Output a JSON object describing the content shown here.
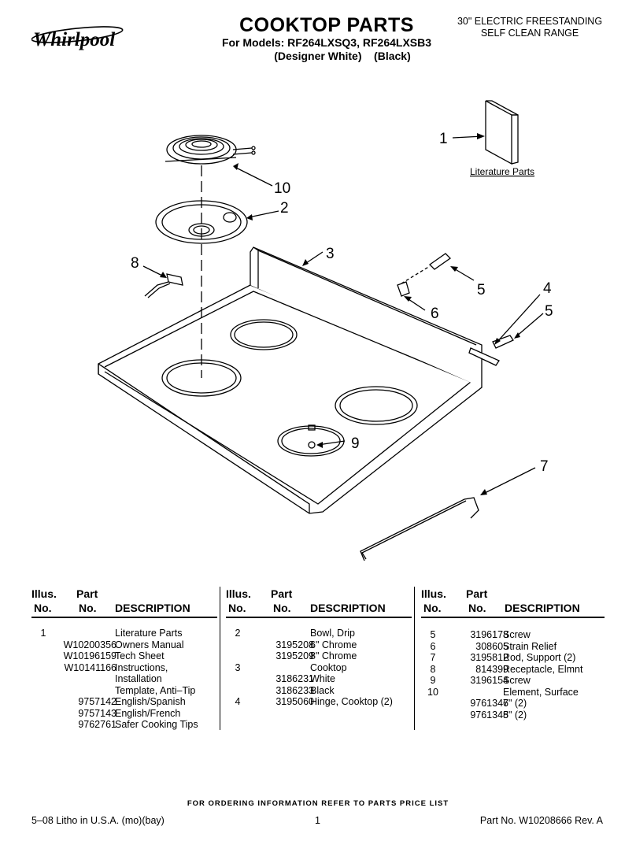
{
  "header": {
    "brand": "Whirlpool",
    "title": "COOKTOP PARTS",
    "models_line": "For Models: RF264LXSQ3, RF264LXSB3",
    "colors_line": "(Designer White)    (Black)",
    "range_line1": "30\" ELECTRIC FREESTANDING",
    "range_line2": "SELF CLEAN RANGE"
  },
  "diagram": {
    "callouts": [
      "1",
      "10",
      "2",
      "8",
      "3",
      "5",
      "6",
      "4",
      "5",
      "9",
      "7"
    ],
    "literature_label": "Literature Parts"
  },
  "table": {
    "headers": {
      "illus1": "Illus.",
      "illus2": "No.",
      "part1": "Part",
      "part2": "No.",
      "desc": "DESCRIPTION"
    },
    "col1": [
      {
        "illus": "1",
        "part": "",
        "desc": "Literature Parts"
      },
      {
        "illus": "",
        "part": "W10200356",
        "desc": "Owners Manual"
      },
      {
        "illus": "",
        "part": "W10196159",
        "desc": "Tech Sheet"
      },
      {
        "illus": "",
        "part": "W10141166",
        "desc": "Instructions,"
      },
      {
        "illus": "",
        "part": "",
        "desc": "Installation"
      },
      {
        "illus": "",
        "part": "",
        "desc": "Template, Anti–Tip"
      },
      {
        "illus": "",
        "part": "9757142",
        "desc": "English/Spanish"
      },
      {
        "illus": "",
        "part": "9757143",
        "desc": "English/French"
      },
      {
        "illus": "",
        "part": "9762761",
        "desc": "Safer Cooking Tips"
      }
    ],
    "col2": [
      {
        "illus": "2",
        "part": "",
        "desc": "Bowl, Drip"
      },
      {
        "illus": "",
        "part": "3195208",
        "desc": "6\" Chrome"
      },
      {
        "illus": "",
        "part": "3195209",
        "desc": "8\" Chrome"
      },
      {
        "illus": "3",
        "part": "",
        "desc": "Cooktop"
      },
      {
        "illus": "",
        "part": "3186231",
        "desc": "White"
      },
      {
        "illus": "",
        "part": "3186233",
        "desc": "Black"
      },
      {
        "illus": "4",
        "part": "3195060",
        "desc": "Hinge, Cooktop (2)"
      }
    ],
    "col3": [
      {
        "illus": "5",
        "part": "3196178",
        "desc": "Screw"
      },
      {
        "illus": "6",
        "part": "308605",
        "desc": "Strain Relief"
      },
      {
        "illus": "7",
        "part": "3195812",
        "desc": "Rod, Support (2)"
      },
      {
        "illus": "8",
        "part": "814399",
        "desc": "Receptacle, Elmnt"
      },
      {
        "illus": "9",
        "part": "3196154",
        "desc": "Screw"
      },
      {
        "illus": "10",
        "part": "",
        "desc": "Element, Surface"
      },
      {
        "illus": "",
        "part": "9761347",
        "desc": "6\" (2)"
      },
      {
        "illus": "",
        "part": "9761345",
        "desc": "8\" (2)"
      }
    ]
  },
  "footer": {
    "order_note": "FOR ORDERING INFORMATION REFER TO PARTS PRICE LIST",
    "litho": "5–08 Litho in U.S.A. (mo)(bay)",
    "page": "1",
    "part_no": "Part No. W10208666 Rev. A"
  }
}
